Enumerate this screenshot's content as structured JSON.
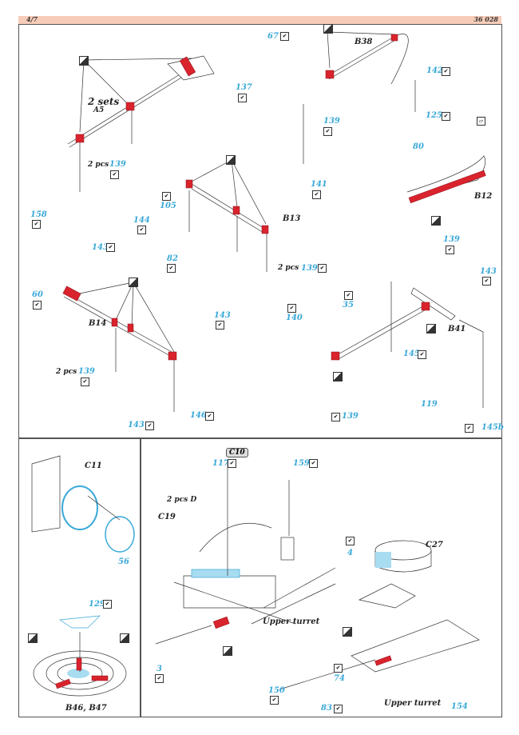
{
  "header": {
    "page": "4/7",
    "code": "36 028",
    "bar_color": "#f7cdb9"
  },
  "colors": {
    "part_blue": "#3aa9d8",
    "paint_red": "#d9232d"
  },
  "top_panel": {
    "a5": {
      "assembly": "A5",
      "sets": "2 sets",
      "parts": [
        "67",
        "137",
        "139",
        "158",
        "143",
        "144"
      ],
      "pcs_139": "2 pcs"
    },
    "b38": {
      "assembly": "B38",
      "parts": [
        "142",
        "125",
        "139",
        "141",
        "80"
      ]
    },
    "b12": {
      "assembly": "B12",
      "parts": [
        "139",
        "143"
      ]
    },
    "b13": {
      "assembly": "B13",
      "parts": [
        "105",
        "82",
        "143",
        "139",
        "140"
      ],
      "pcs_139": "2 pcs"
    },
    "b14": {
      "assembly": "B14",
      "parts": [
        "60",
        "139",
        "143",
        "146"
      ],
      "pcs_139": "2 pcs"
    },
    "b41": {
      "assembly": "B41",
      "parts": [
        "35",
        "145",
        "119",
        "139",
        "145b"
      ]
    }
  },
  "bottom_left": {
    "c11": "C11",
    "part56": "56",
    "part129": "129",
    "b46": "B46, B47"
  },
  "bottom_right": {
    "c10": "C10",
    "part117": "117",
    "part159": "159",
    "pcs_d": "2 pcs D",
    "c19": "C19",
    "upper_turret": "Upper turret",
    "part3": "3",
    "part150": "150",
    "part74": "74",
    "part83": "83",
    "c27": "C27",
    "part4": "4",
    "part154": "154",
    "upper_turret2": "Upper turret"
  }
}
